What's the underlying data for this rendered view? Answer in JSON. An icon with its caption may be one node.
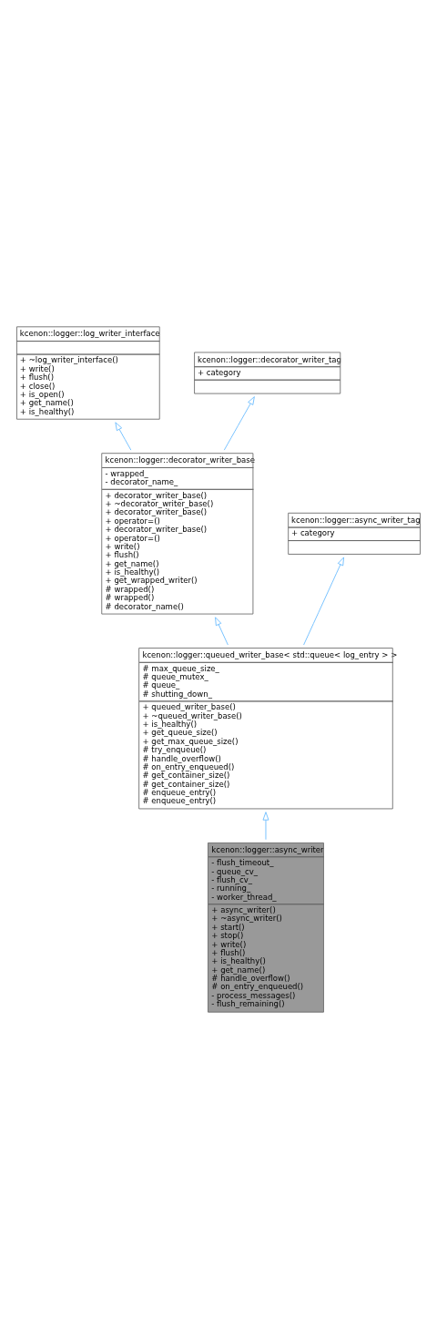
{
  "diagram": {
    "nodes": [
      {
        "text": [
          "kcenon::logger::log_writer_interface",
          "+ ~log_writer_interface()",
          "+ write()",
          "+ flush()",
          "+ close()",
          "+ is_open()",
          "+ get_name()",
          "+ is_healthy()"
        ]
      },
      {
        "text": [
          "kcenon::logger::decorator_writer_tag",
          "+ category"
        ]
      },
      {
        "text": [
          "kcenon::logger::decorator_writer_base",
          "- wrapped_",
          "- decorator_name_",
          "+ decorator_writer_base()",
          "+ ~decorator_writer_base()",
          "+ decorator_writer_base()",
          "+ operator=()",
          "+ decorator_writer_base()",
          "+ operator=()",
          "+ write()",
          "+ flush()",
          "+ get_name()",
          "+ is_healthy()",
          "+ get_wrapped_writer()",
          "# wrapped()",
          "# wrapped()",
          "# decorator_name()"
        ]
      },
      {
        "text": [
          "kcenon::logger::async_writer_tag",
          "+ category"
        ]
      },
      {
        "text": [
          "kcenon::logger::queued_writer_base< std::queue< log_entry > >",
          "# max_queue_size_",
          "# queue_mutex_",
          "# queue_",
          "# shutting_down_",
          "+ queued_writer_base()",
          "+ ~queued_writer_base()",
          "+ is_healthy()",
          "+ get_queue_size()",
          "+ get_max_queue_size()",
          "# try_enqueue()",
          "# handle_overflow()",
          "# on_entry_enqueued()",
          "# get_container_size()",
          "# get_container_size()",
          "# enqueue_entry()",
          "# enqueue_entry()"
        ]
      },
      {
        "text": [
          "kcenon::logger::async_writer",
          "- flush_timeout_",
          "- queue_cv_",
          "- flush_cv_",
          "- running_",
          "- worker_thread_",
          "+ async_writer()",
          "+ ~async_writer()",
          "+ start()",
          "+ stop()",
          "+ write()",
          "+ flush()",
          "+ is_healthy()",
          "+ get_name()",
          "# handle_overflow()",
          "# on_entry_enqueued()",
          "- process_messages()",
          "- flush_remaining()"
        ]
      }
    ],
    "edges": [
      {
        "from": 2,
        "to": 0,
        "arrow": "to"
      },
      {
        "from": 2,
        "to": 1,
        "arrow": "to"
      },
      {
        "from": 4,
        "to": 2,
        "arrow": "to"
      },
      {
        "from": 4,
        "to": 3,
        "arrow": "to"
      },
      {
        "from": 5,
        "to": 4,
        "arrow": "to"
      }
    ]
  }
}
